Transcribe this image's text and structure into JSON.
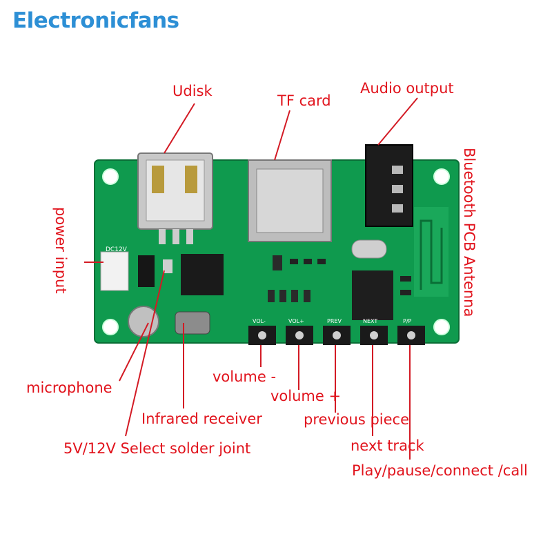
{
  "brand": {
    "name": "Electronicfans"
  },
  "board": {
    "silkscreen": {
      "power": "DC12V",
      "buttons": [
        "VOL-",
        "VOL+",
        "PREV",
        "NEXT",
        "P/P"
      ]
    }
  },
  "labels": {
    "udisk": "Udisk",
    "tf_card": "TF card",
    "audio_output": "Audio output",
    "bluetooth_antenna": "Bluetooth PCB Antenna",
    "power_input": "power input",
    "microphone": "microphone",
    "volume_down": "volume -",
    "volume_up": "volume +",
    "infrared_receiver": "Infrared receiver",
    "previous_piece": "previous piece",
    "five_twelve_select": "5V/12V Select solder joint",
    "next_track": "next track",
    "play_pause": "Play/pause/connect /call"
  },
  "colors": {
    "pcb": "#0f9a4e",
    "pcb_dark": "#0a7a3c",
    "label": "#e1131c",
    "brand": "#2d8fd5"
  }
}
